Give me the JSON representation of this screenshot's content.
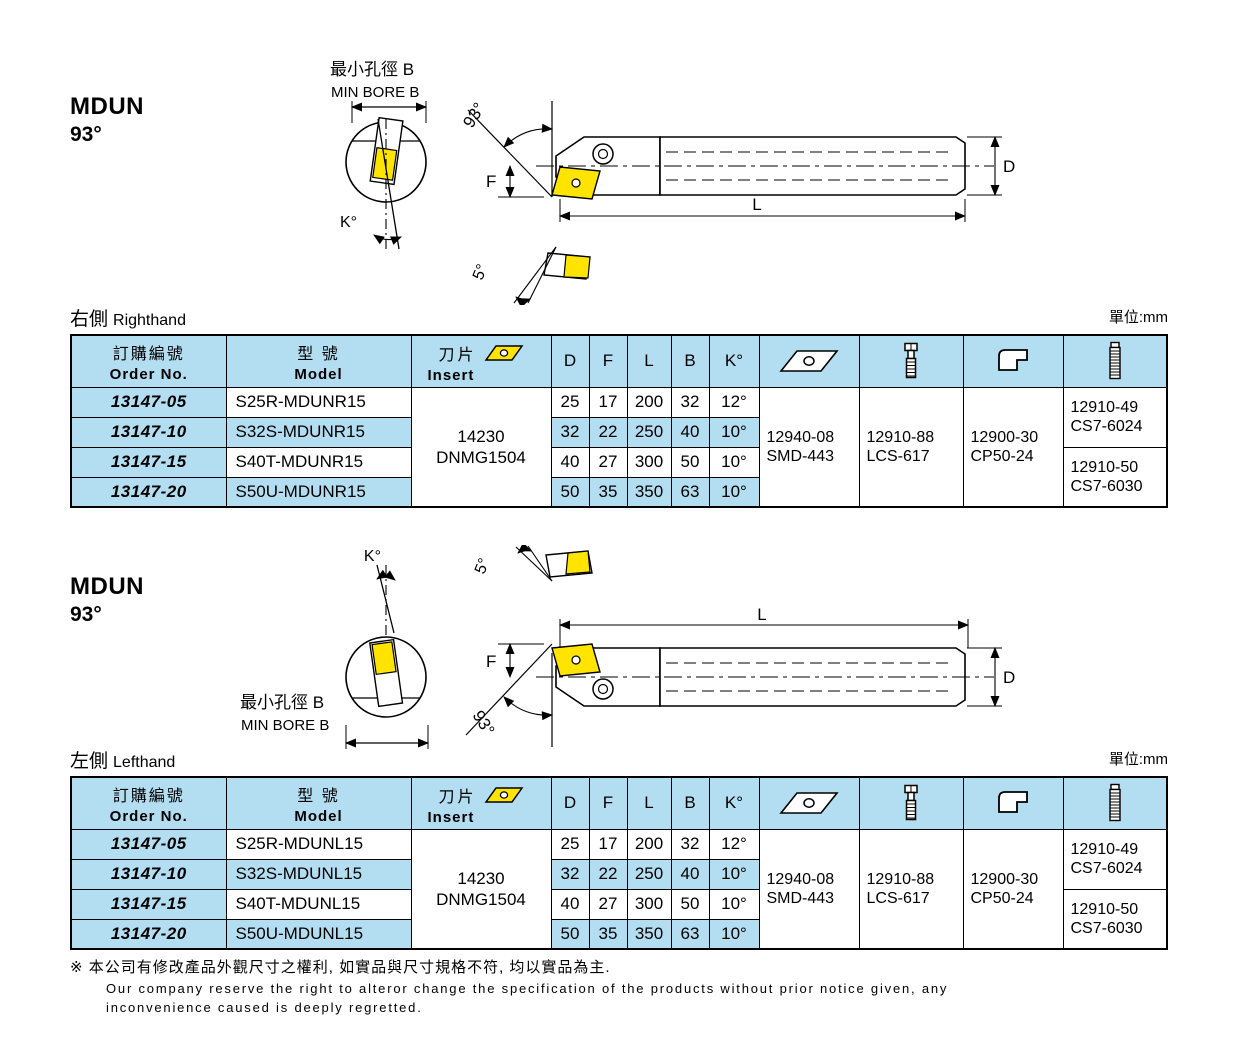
{
  "page": {
    "unit_label": "單位:mm",
    "footnote_symbol": "※",
    "footnote_zh": "本公司有修改產品外觀尺寸之權利, 如實品與尺寸規格不符, 均以實品為主.",
    "footnote_en_line1": "Our company reserve the right to alteror change the specification of the products without prior notice given, any",
    "footnote_en_line2": "inconvenience caused is deeply regretted.",
    "colors": {
      "header_blue": "#b3ddf0",
      "insert_yellow": "#ffe400",
      "line_black": "#000000"
    },
    "icons": {
      "insert_header": "insert-diamond-icon",
      "shim_column": "shim-seat-icon",
      "screw_column": "clamp-screw-icon",
      "clamp_column": "clamp-lever-icon",
      "stud_column": "thread-stud-icon"
    }
  },
  "sections": [
    {
      "title": "MDUN",
      "angle": "93°",
      "hand_zh": "右側",
      "hand_en": "Righthand",
      "diagram": {
        "min_bore_zh": "最小孔徑 B",
        "min_bore_en": "MIN BORE B",
        "angle_main": "93°",
        "angle_clearance": "5°",
        "dim_F": "F",
        "dim_K": "K°",
        "dim_L": "L",
        "dim_D": "D"
      },
      "table": {
        "header": {
          "order_zh": "訂購編號",
          "order_en": "Order No.",
          "model_zh": "型 號",
          "model_en": "Model",
          "insert_zh": "刀片",
          "insert_en": "Insert",
          "dims": [
            "D",
            "F",
            "L",
            "B",
            "K°"
          ]
        },
        "insert_cell": [
          "14230",
          "DNMG1504"
        ],
        "rows": [
          {
            "order": "13147-05",
            "model": "S25R-MDUNR15",
            "d": "25",
            "f": "17",
            "l": "200",
            "b": "32",
            "k": "12°"
          },
          {
            "order": "13147-10",
            "model": "S32S-MDUNR15",
            "d": "32",
            "f": "22",
            "l": "250",
            "b": "40",
            "k": "10°"
          },
          {
            "order": "13147-15",
            "model": "S40T-MDUNR15",
            "d": "40",
            "f": "27",
            "l": "300",
            "b": "50",
            "k": "10°"
          },
          {
            "order": "13147-20",
            "model": "S50U-MDUNR15",
            "d": "50",
            "f": "35",
            "l": "350",
            "b": "63",
            "k": "10°"
          }
        ],
        "parts": {
          "shim": [
            "12940-08",
            "SMD-443"
          ],
          "screw": [
            "12910-88",
            "LCS-617"
          ],
          "clamp": [
            "12900-30",
            "CP50-24"
          ],
          "spring_top": [
            "12910-49",
            "CS7-6024"
          ],
          "spring_bottom": [
            "12910-50",
            "CS7-6030"
          ]
        }
      }
    },
    {
      "title": "MDUN",
      "angle": "93°",
      "hand_zh": "左側",
      "hand_en": "Lefthand",
      "diagram": {
        "min_bore_zh": "最小孔徑 B",
        "min_bore_en": "MIN BORE B",
        "angle_main": "93°",
        "angle_clearance": "5°",
        "dim_F": "F",
        "dim_K": "K°",
        "dim_L": "L",
        "dim_D": "D"
      },
      "table": {
        "header": {
          "order_zh": "訂購編號",
          "order_en": "Order No.",
          "model_zh": "型 號",
          "model_en": "Model",
          "insert_zh": "刀片",
          "insert_en": "Insert",
          "dims": [
            "D",
            "F",
            "L",
            "B",
            "K°"
          ]
        },
        "insert_cell": [
          "14230",
          "DNMG1504"
        ],
        "rows": [
          {
            "order": "13147-05",
            "model": "S25R-MDUNL15",
            "d": "25",
            "f": "17",
            "l": "200",
            "b": "32",
            "k": "12°"
          },
          {
            "order": "13147-10",
            "model": "S32S-MDUNL15",
            "d": "32",
            "f": "22",
            "l": "250",
            "b": "40",
            "k": "10°"
          },
          {
            "order": "13147-15",
            "model": "S40T-MDUNL15",
            "d": "40",
            "f": "27",
            "l": "300",
            "b": "50",
            "k": "10°"
          },
          {
            "order": "13147-20",
            "model": "S50U-MDUNL15",
            "d": "50",
            "f": "35",
            "l": "350",
            "b": "63",
            "k": "10°"
          }
        ],
        "parts": {
          "shim": [
            "12940-08",
            "SMD-443"
          ],
          "screw": [
            "12910-88",
            "LCS-617"
          ],
          "clamp": [
            "12900-30",
            "CP50-24"
          ],
          "spring_top": [
            "12910-49",
            "CS7-6024"
          ],
          "spring_bottom": [
            "12910-50",
            "CS7-6030"
          ]
        }
      }
    }
  ]
}
